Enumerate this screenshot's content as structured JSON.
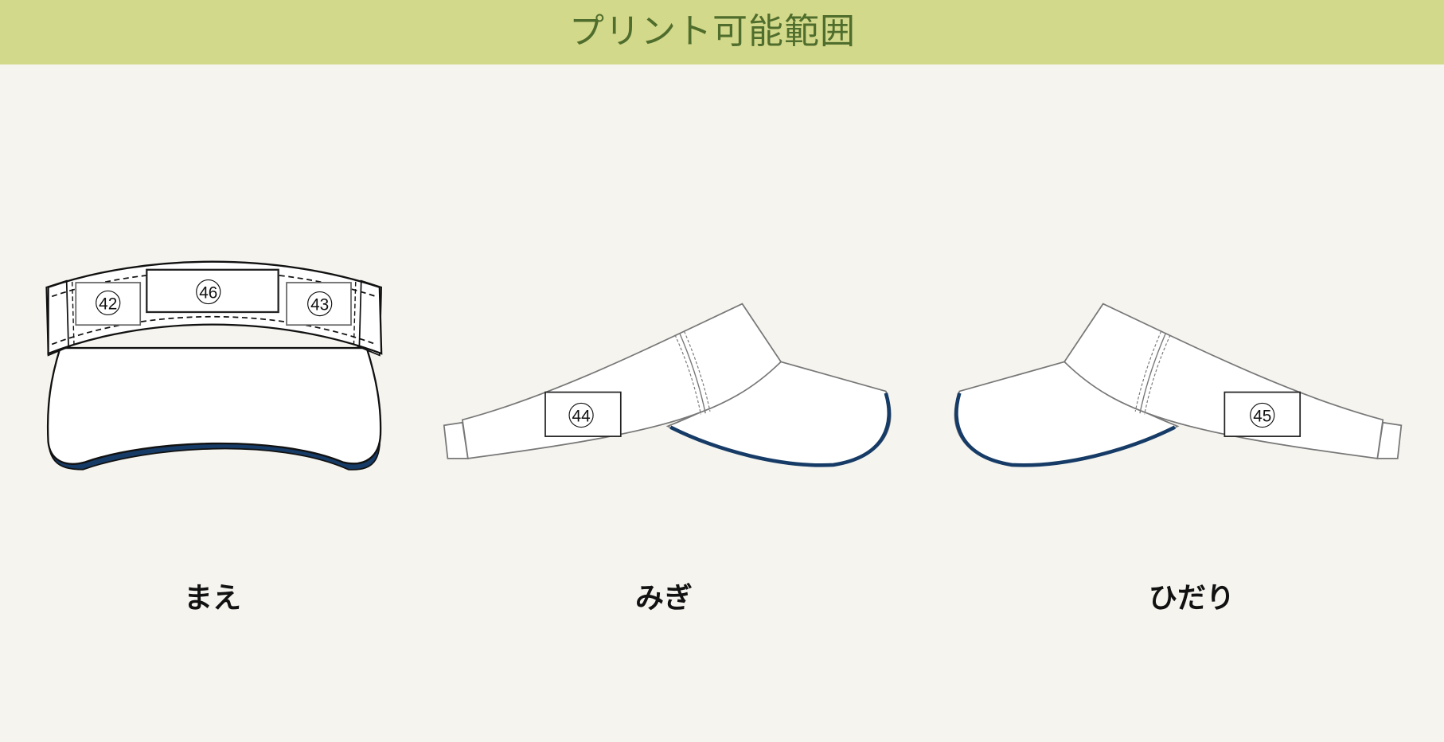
{
  "header": {
    "title": "プリント可能範囲",
    "background": "#d3d98b",
    "text_color": "#4f6d2c"
  },
  "page": {
    "background": "#f5f4ef"
  },
  "visor": {
    "fill": "#ffffff",
    "trim_color": "#163b66",
    "outline_color": "#777777"
  },
  "views": [
    {
      "id": "front",
      "label": "まえ",
      "print_areas": [
        {
          "number": "42",
          "position": "left-band"
        },
        {
          "number": "46",
          "position": "center-band"
        },
        {
          "number": "43",
          "position": "right-band"
        }
      ]
    },
    {
      "id": "right",
      "label": "みぎ",
      "print_areas": [
        {
          "number": "44",
          "position": "side-strap"
        }
      ]
    },
    {
      "id": "left",
      "label": "ひだり",
      "print_areas": [
        {
          "number": "45",
          "position": "side-strap"
        }
      ]
    }
  ]
}
